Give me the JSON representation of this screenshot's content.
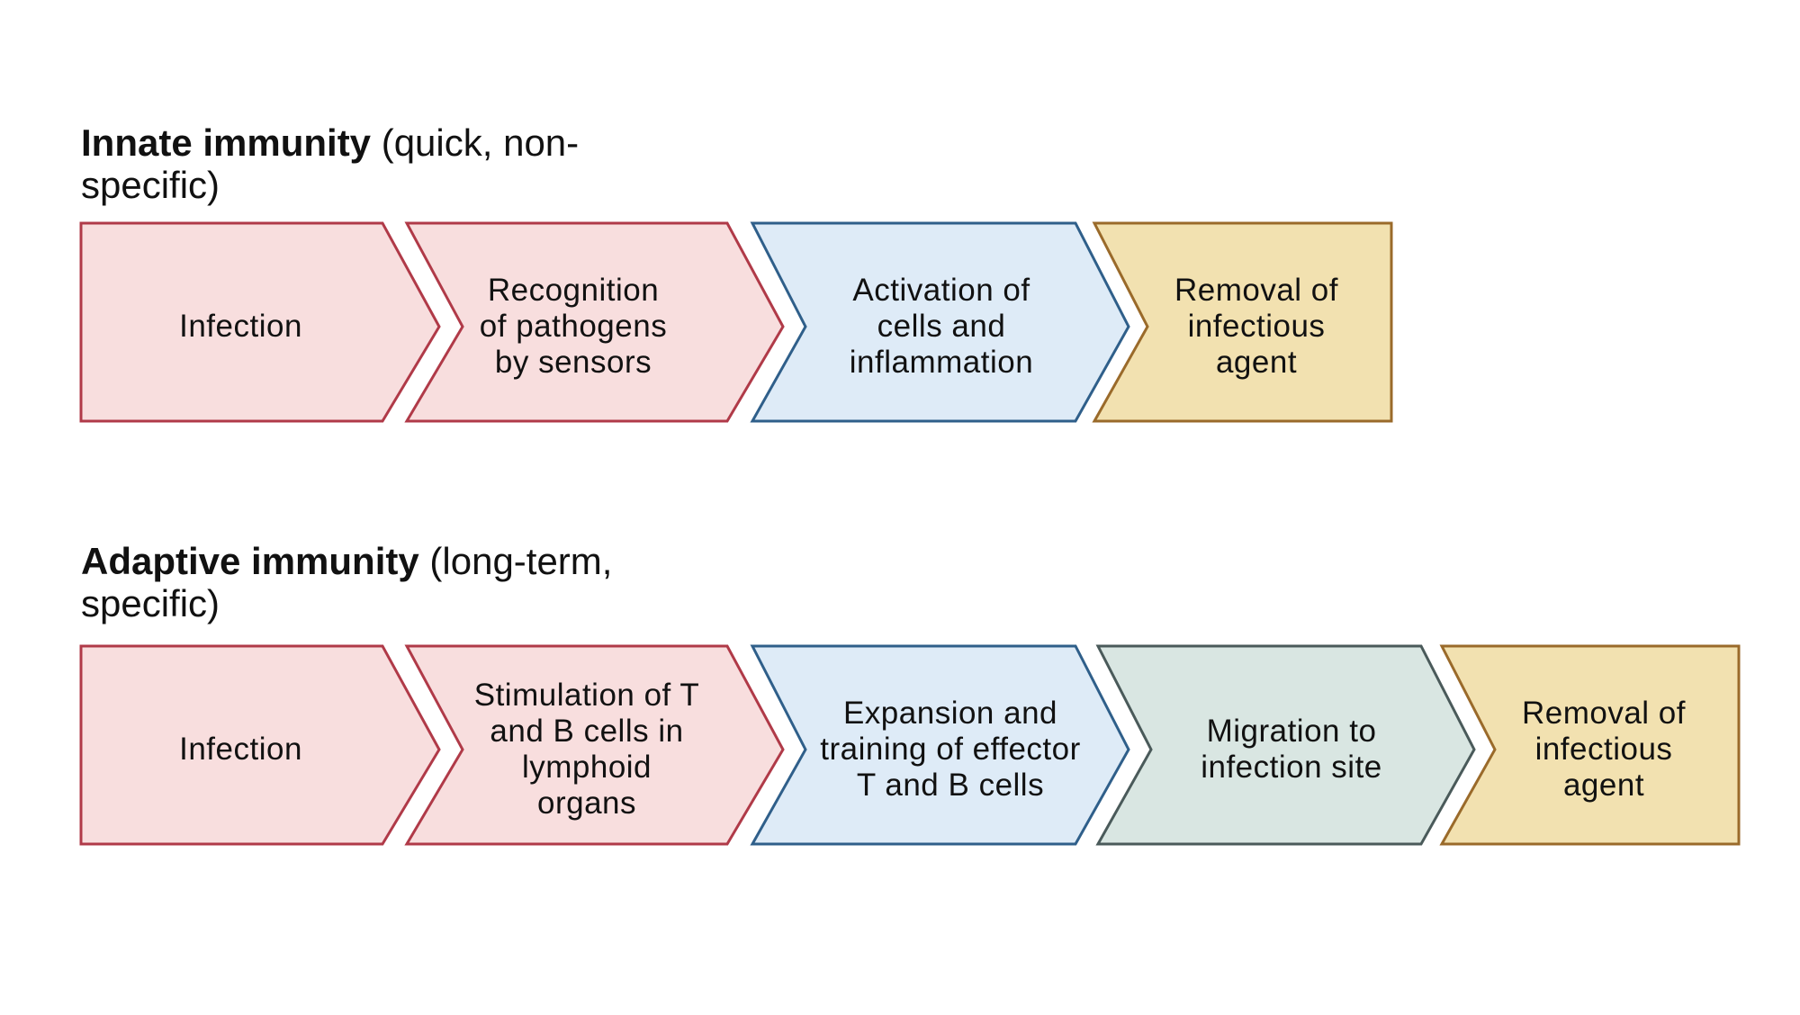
{
  "diagram": {
    "innate": {
      "title_bold": "Innate immunity",
      "title_rest": " (quick, non-specific)",
      "steps": [
        {
          "label": "Infection",
          "fill": "#f8dede",
          "stroke": "#b03a48"
        },
        {
          "label": "Recognition of pathogens by sensors",
          "fill": "#f8dede",
          "stroke": "#b03a48"
        },
        {
          "label": "Activation of cells and inflammation",
          "fill": "#deebf7",
          "stroke": "#2f5f8a"
        },
        {
          "label": "Removal of infectious agent",
          "fill": "#f2e1b0",
          "stroke": "#9a6a2a"
        }
      ]
    },
    "adaptive": {
      "title_bold": "Adaptive immunity",
      "title_rest": " (long-term, specific)",
      "steps": [
        {
          "label": "Infection",
          "fill": "#f8dede",
          "stroke": "#b03a48"
        },
        {
          "label": "Stimulation of T and B cells in lymphoid organs",
          "fill": "#f8dede",
          "stroke": "#b03a48"
        },
        {
          "label": "Expansion and training of effector T and B cells",
          "fill": "#deebf7",
          "stroke": "#2f5f8a"
        },
        {
          "label": "Migration to infection site",
          "fill": "#d9e6e2",
          "stroke": "#4a5a5a"
        },
        {
          "label": "Removal of infectious agent",
          "fill": "#f2e1b0",
          "stroke": "#9a6a2a"
        }
      ]
    }
  }
}
